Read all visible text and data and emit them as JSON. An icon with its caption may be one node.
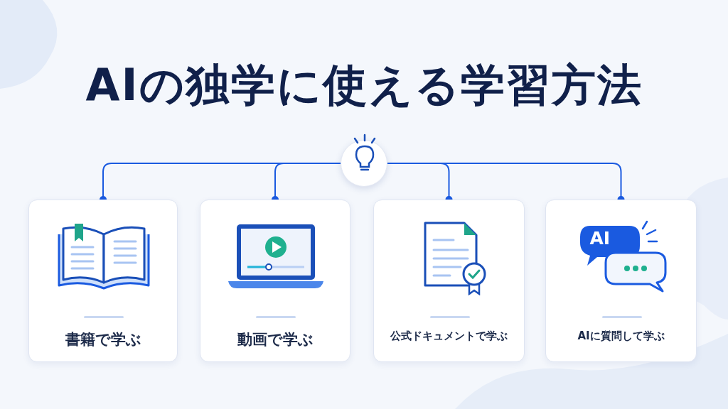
{
  "diagram": {
    "title": "**AI**の**独学**に使える**学習方法**",
    "nodes": [
      {
        "text": [],
        "shape": "circle"
      },
      {
        "text": [
          "書籍で学ぶ"
        ]
      },
      {
        "text": [
          "動画で学ぶ"
        ]
      },
      {
        "text": [
          "公式ドキュメントで学ぶ"
        ]
      },
      {
        "text": [
          "AIに質問して学ぶ"
        ]
      }
    ],
    "edges": [
      {
        "from": 0,
        "to": 1,
        "arrow": "other"
      },
      {
        "from": 0,
        "to": 2,
        "arrow": "other"
      },
      {
        "from": 0,
        "to": 3,
        "arrow": "other"
      },
      {
        "from": 0,
        "to": 4,
        "arrow": "other"
      }
    ],
    "labels": [
      "AI"
    ]
  }
}
